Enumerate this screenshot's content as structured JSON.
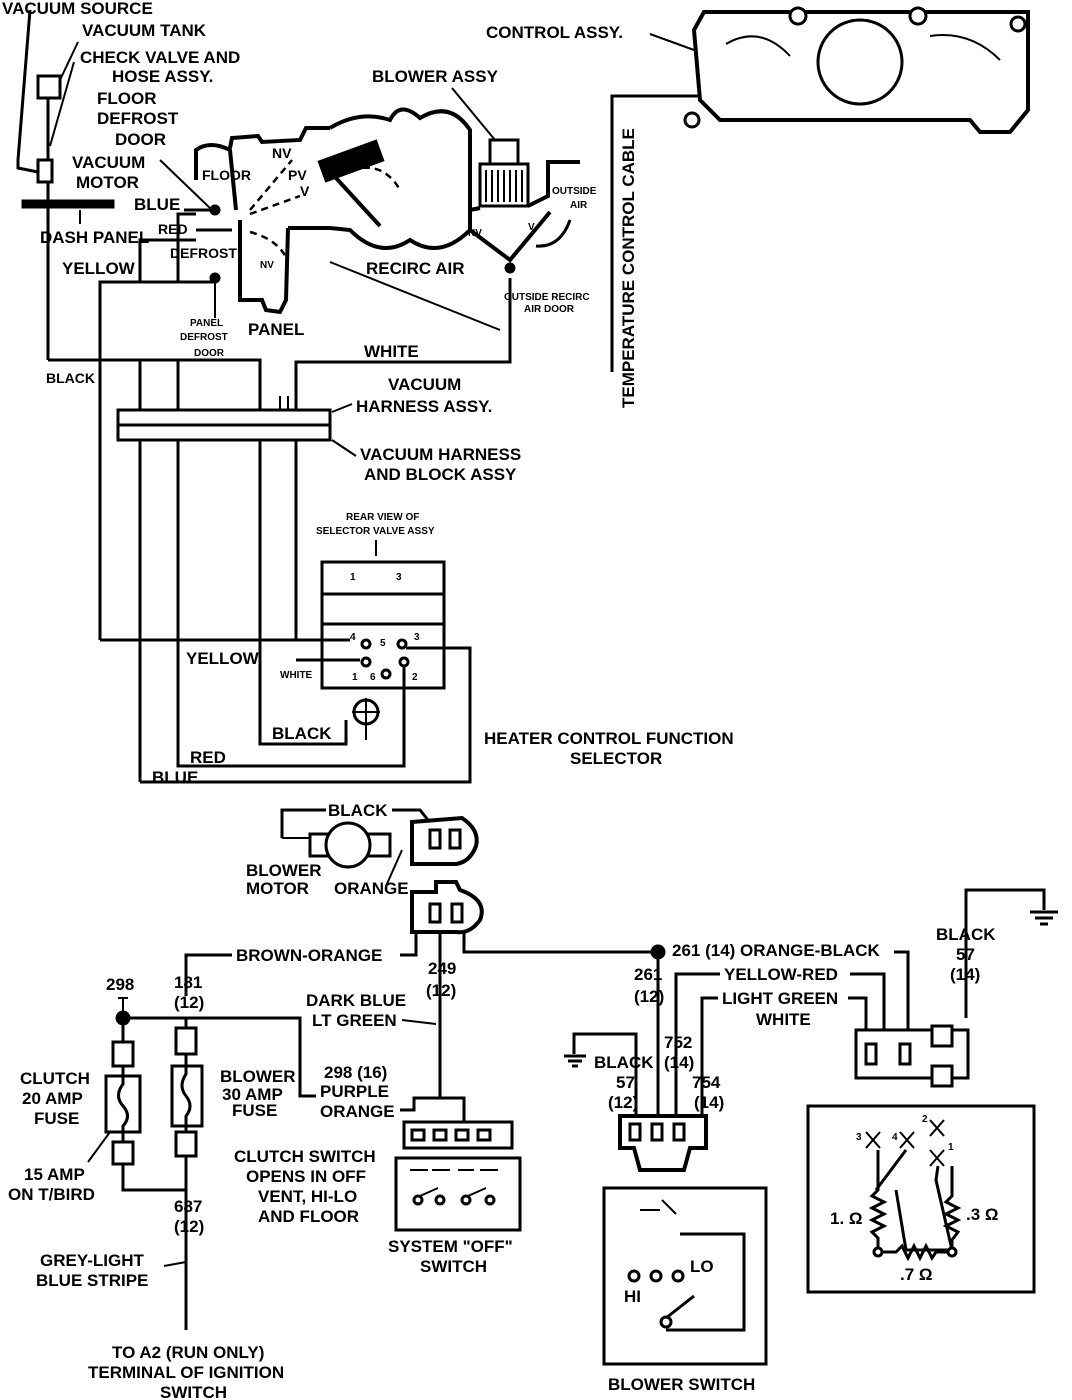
{
  "vacuum": {
    "source": "VACUUM SOURCE",
    "tank": "VACUUM TANK",
    "check_valve_1": "CHECK VALVE AND",
    "check_valve_2": "HOSE ASSY.",
    "floor_defrost_1": "FLOOR",
    "floor_defrost_2": "DEFROST",
    "floor_defrost_3": "DOOR",
    "motor_1": "VACUUM",
    "motor_2": "MOTOR",
    "dash_panel": "DASH PANEL",
    "harness_1": "VACUUM",
    "harness_2": "HARNESS ASSY.",
    "harness_block_1": "VACUUM HARNESS",
    "harness_block_2": "AND BLOCK ASSY"
  },
  "control": {
    "assy": "CONTROL ASSY.",
    "temp_cable": "TEMPERATURE CONTROL CABLE"
  },
  "blower": {
    "assy": "BLOWER ASSY",
    "outside_air_1": "OUTSIDE",
    "outside_air_2": "AIR",
    "recirc_air": "RECIRC AIR",
    "recirc_door_1": "OUTSIDE RECIRC",
    "recirc_door_2": "AIR DOOR"
  },
  "doors": {
    "floor": "FLOOR",
    "defrost": "DEFROST",
    "panel": "PANEL",
    "panel_defrost_1": "PANEL",
    "panel_defrost_2": "DEFROST",
    "panel_defrost_3": "DOOR",
    "nv": "NV",
    "pv": "PV",
    "v": "V"
  },
  "hoses": {
    "blue": "BLUE",
    "red": "RED",
    "yellow": "YELLOW",
    "black": "BLACK",
    "white": "WHITE"
  },
  "selector": {
    "rear_view_1": "REAR VIEW OF",
    "rear_view_2": "SELECTOR VALVE ASSY",
    "title_1": "HEATER CONTROL FUNCTION",
    "title_2": "SELECTOR",
    "port_1": "1",
    "port_2": "2",
    "port_3": "3",
    "port_4": "4",
    "port_5": "5",
    "port_6": "6"
  },
  "blower_motor": {
    "label_1": "BLOWER",
    "label_2": "MOTOR",
    "black": "BLACK",
    "orange": "ORANGE"
  },
  "circuits": {
    "brown_orange": "BROWN-ORANGE",
    "c249": "249",
    "c249_g": "(12)",
    "dark_blue": "DARK BLUE",
    "lt_green": "LT GREEN",
    "c261_top": "261 (14) ORANGE-BLACK",
    "c261": "261",
    "c261_g": "(12)",
    "yellow_red": "YELLOW-RED",
    "light_green": "LIGHT GREEN",
    "white": "WHITE",
    "c752": "752",
    "c752_g": "(14)",
    "c754": "754",
    "c754_g": "(14)",
    "black57": "BLACK",
    "c57": "57",
    "c57_g": "(12)",
    "black57r": "BLACK",
    "c57r": "57",
    "c57r_g": "(14)",
    "c298": "298",
    "c181": "181",
    "c181_g": "(12)",
    "c298_16": "298 (16)",
    "purple": "PURPLE",
    "orange": "ORANGE",
    "c687": "687",
    "c687_g": "(12)",
    "grey_1": "GREY-LIGHT",
    "grey_2": "BLUE STRIPE",
    "to_a2_1": "TO A2 (RUN ONLY)",
    "to_a2_2": "TERMINAL OF IGNITION",
    "to_a2_3": "SWITCH"
  },
  "fuses": {
    "clutch_1": "CLUTCH",
    "clutch_2": "20 AMP",
    "clutch_3": "FUSE",
    "tbird_1": "15 AMP",
    "tbird_2": "ON T/BIRD",
    "blower_1": "BLOWER",
    "blower_2": "30 AMP",
    "blower_3": "FUSE"
  },
  "switches": {
    "clutch_1": "CLUTCH SWITCH",
    "clutch_2": "OPENS IN OFF",
    "clutch_3": "VENT, HI-LO",
    "clutch_4": "AND FLOOR",
    "system_off_1": "SYSTEM \"OFF\"",
    "system_off_2": "SWITCH",
    "blower_switch": "BLOWER SWITCH",
    "hi": "HI",
    "lo": "LO"
  },
  "resistor": {
    "r1": "1. Ω",
    "r2": ".3 Ω",
    "r3": ".7 Ω",
    "t1": "1",
    "t2": "2",
    "t3": "3",
    "t4": "4"
  }
}
